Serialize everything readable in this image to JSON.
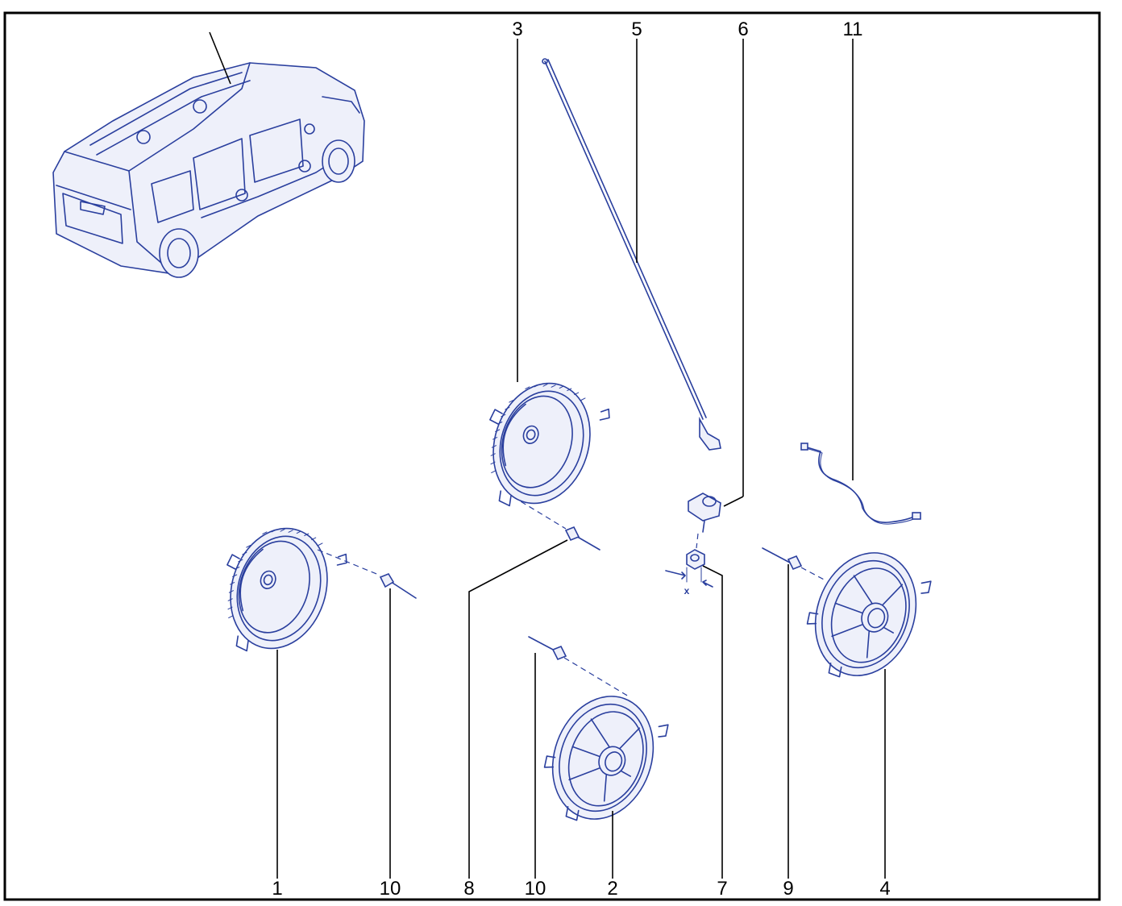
{
  "callouts": {
    "c1": "1",
    "c2": "2",
    "c3": "3",
    "c4": "4",
    "c5": "5",
    "c6": "6",
    "c7": "7",
    "c8": "8",
    "c9": "9",
    "c10a": "10",
    "c10b": "10",
    "c11": "11"
  },
  "dimension_label": "x",
  "colors": {
    "line": "#2a3f9e",
    "frame": "#000000"
  }
}
